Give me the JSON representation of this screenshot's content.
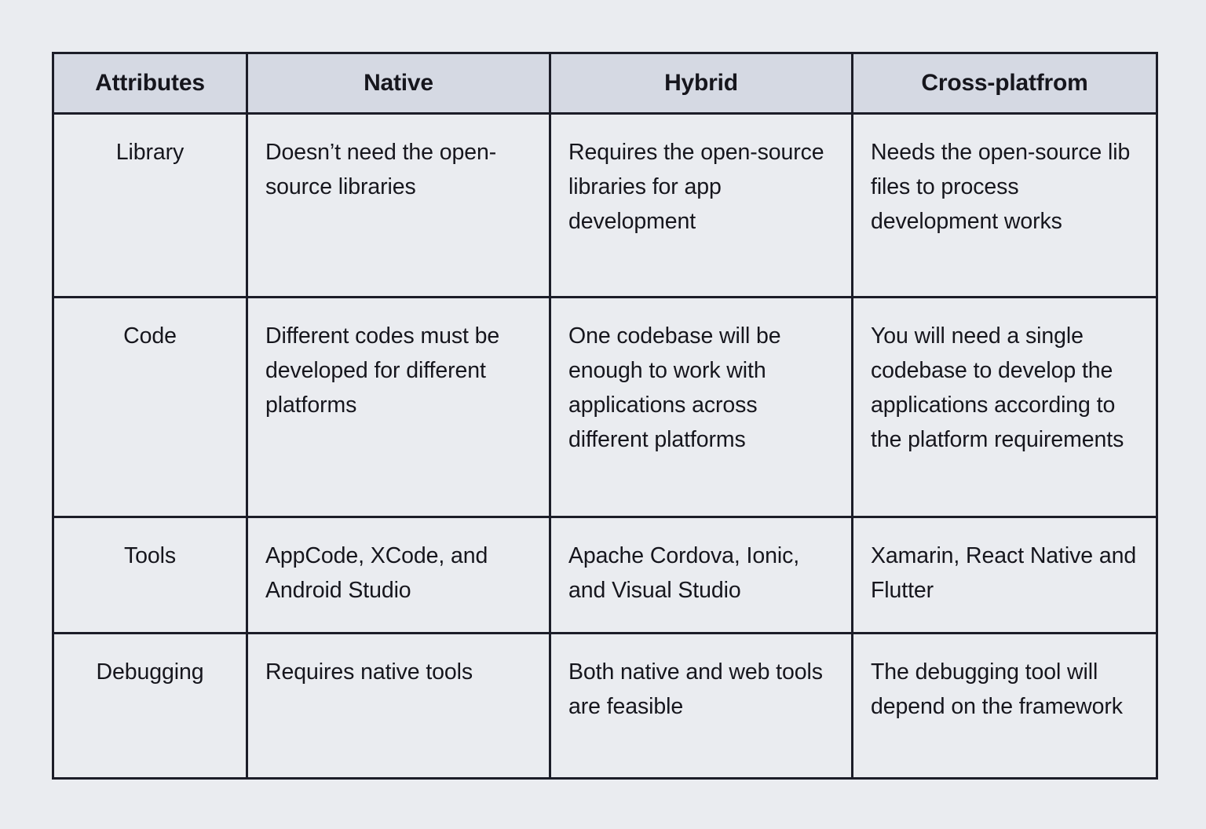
{
  "background_color": "#eaecf0",
  "table": {
    "header_background": "#d5d9e3",
    "body_background": "#eaecf0",
    "border_color": "#1c1d28",
    "columns": [
      {
        "key": "attributes",
        "label": "Attributes"
      },
      {
        "key": "native",
        "label": "Native"
      },
      {
        "key": "hybrid",
        "label": "Hybrid"
      },
      {
        "key": "cross_platform",
        "label": "Cross-platfrom"
      }
    ],
    "rows": [
      {
        "attribute": "Library",
        "native": "Doesn’t need the open-source libraries",
        "hybrid": "Requires the open-source libraries for app development",
        "cross_platform": "Needs the open-source lib files to process development works"
      },
      {
        "attribute": "Code",
        "native": "Different codes must be developed for different platforms",
        "hybrid": "One codebase will be enough to work with applications across different platforms",
        "cross_platform": "You will need a single codebase to develop the applications according to the platform requirements"
      },
      {
        "attribute": "Tools",
        "native": "AppCode, XCode, and Android Studio",
        "hybrid": "Apache Cordova, Ionic, and Visual Studio",
        "cross_platform": "Xamarin, React Native and Flutter"
      },
      {
        "attribute": "Debugging",
        "native": "Requires native tools",
        "hybrid": "Both native and web tools are feasible",
        "cross_platform": "The debugging tool will depend on the framework"
      }
    ]
  }
}
